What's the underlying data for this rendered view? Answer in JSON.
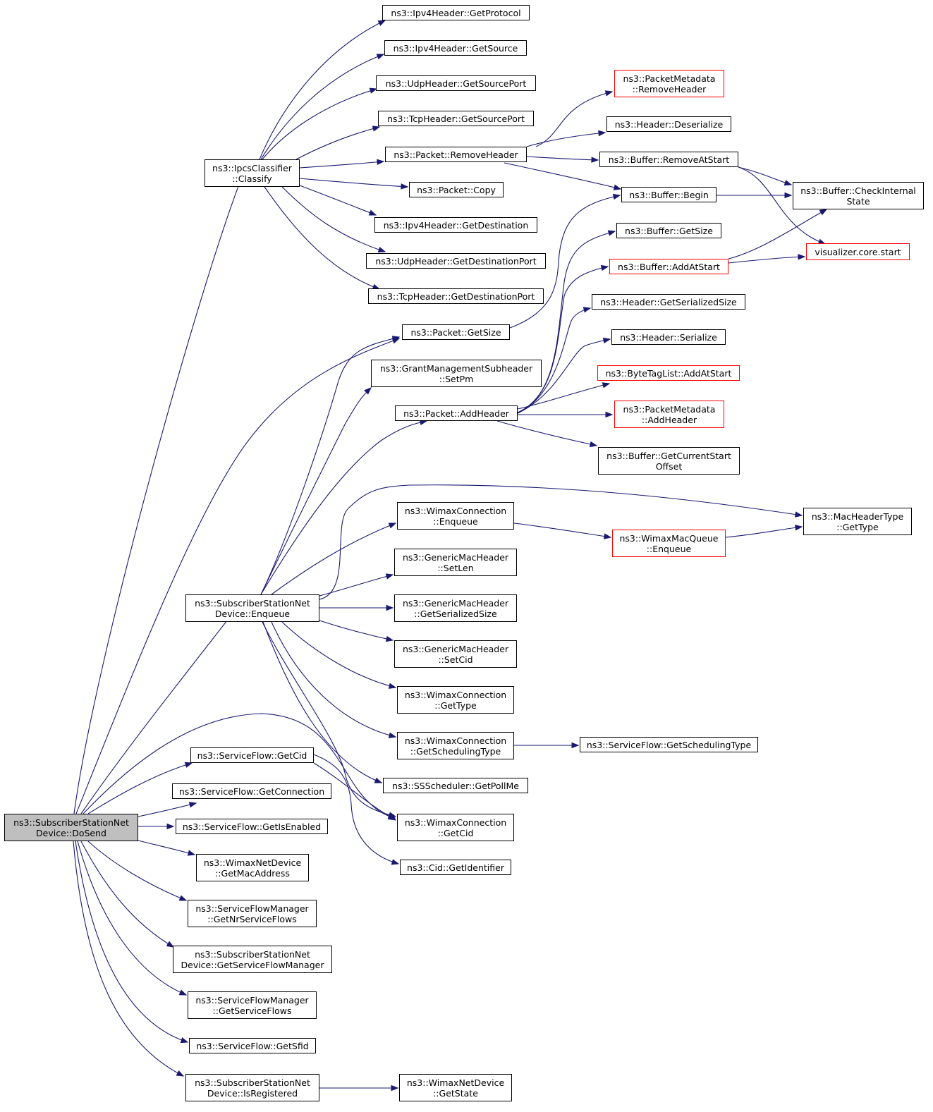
{
  "colors": {
    "edge": "#191970",
    "node_border": "#000000",
    "truncated_node_border": "#ff0000",
    "root_fill": "#bfbfbf",
    "background": "#ffffff"
  },
  "nodes": {
    "dosend": [
      "ns3::SubscriberStationNet",
      "Device::DoSend"
    ],
    "classify": [
      "ns3::IpcsClassifier",
      "::Classify"
    ],
    "enqueue": [
      "ns3::SubscriberStationNet",
      "Device::Enqueue"
    ],
    "sf_getcid": [
      "ns3::ServiceFlow::GetCid"
    ],
    "sf_getconnection": [
      "ns3::ServiceFlow::GetConnection"
    ],
    "sf_getisenabled": [
      "ns3::ServiceFlow::GetIsEnabled"
    ],
    "wnd_getmacaddress": [
      "ns3::WimaxNetDevice",
      "::GetMacAddress"
    ],
    "sfm_getnrserviceflows": [
      "ns3::ServiceFlowManager",
      "::GetNrServiceFlows"
    ],
    "ssnd_getsfm": [
      "ns3::SubscriberStationNet",
      "Device::GetServiceFlowManager"
    ],
    "sfm_getserviceflows": [
      "ns3::ServiceFlowManager",
      "::GetServiceFlows"
    ],
    "sf_getsfid": [
      "ns3::ServiceFlow::GetSfid"
    ],
    "ssnd_isregistered": [
      "ns3::SubscriberStationNet",
      "Device::IsRegistered"
    ],
    "ipv4_getprotocol": [
      "ns3::Ipv4Header::GetProtocol"
    ],
    "ipv4_getsource": [
      "ns3::Ipv4Header::GetSource"
    ],
    "udp_getsourceport": [
      "ns3::UdpHeader::GetSourcePort"
    ],
    "tcp_getsourceport": [
      "ns3::TcpHeader::GetSourcePort"
    ],
    "packet_removeheader": [
      "ns3::Packet::RemoveHeader"
    ],
    "packet_copy": [
      "ns3::Packet::Copy"
    ],
    "ipv4_getdestination": [
      "ns3::Ipv4Header::GetDestination"
    ],
    "udp_getdestinationport": [
      "ns3::UdpHeader::GetDestinationPort"
    ],
    "tcp_getdestinationport": [
      "ns3::TcpHeader::GetDestinationPort"
    ],
    "packet_getsize": [
      "ns3::Packet::GetSize"
    ],
    "gms_setpm": [
      "ns3::GrantManagementSubheader",
      "::SetPm"
    ],
    "packet_addheader": [
      "ns3::Packet::AddHeader"
    ],
    "wc_enqueue": [
      "ns3::WimaxConnection",
      "::Enqueue"
    ],
    "gmh_setlen": [
      "ns3::GenericMacHeader",
      "::SetLen"
    ],
    "gmh_getserializedsize": [
      "ns3::GenericMacHeader",
      "::GetSerializedSize"
    ],
    "gmh_setcid": [
      "ns3::GenericMacHeader",
      "::SetCid"
    ],
    "wc_gettype": [
      "ns3::WimaxConnection",
      "::GetType"
    ],
    "wc_getschedulingtype": [
      "ns3::WimaxConnection",
      "::GetSchedulingType"
    ],
    "ssscheduler_getpollme": [
      "ns3::SSScheduler::GetPollMe"
    ],
    "wc_getcid": [
      "ns3::WimaxConnection",
      "::GetCid"
    ],
    "cid_getidentifier": [
      "ns3::Cid::GetIdentifier"
    ],
    "wnd_getstate": [
      "ns3::WimaxNetDevice",
      "::GetState"
    ],
    "pm_removeheader": [
      "ns3::PacketMetadata",
      "::RemoveHeader"
    ],
    "header_deserialize": [
      "ns3::Header::Deserialize"
    ],
    "buffer_removeatstart": [
      "ns3::Buffer::RemoveAtStart"
    ],
    "buffer_begin": [
      "ns3::Buffer::Begin"
    ],
    "buffer_getsize": [
      "ns3::Buffer::GetSize"
    ],
    "buffer_addatstart": [
      "ns3::Buffer::AddAtStart"
    ],
    "header_getserializedsize": [
      "ns3::Header::GetSerializedSize"
    ],
    "header_serialize": [
      "ns3::Header::Serialize"
    ],
    "btl_addatstart": [
      "ns3::ByteTagList::AddAtStart"
    ],
    "pm_addheader": [
      "ns3::PacketMetadata",
      "::AddHeader"
    ],
    "buffer_getcurrentstartoffset": [
      "ns3::Buffer::GetCurrentStart",
      "Offset"
    ],
    "wmq_enqueue": [
      "ns3::WimaxMacQueue",
      "::Enqueue"
    ],
    "sf_getschedulingtype": [
      "ns3::ServiceFlow::GetSchedulingType"
    ],
    "buffer_checkinternalstate": [
      "ns3::Buffer::CheckInternal",
      "State"
    ],
    "visualizer_core_start": [
      "visualizer.core.start"
    ],
    "mht_gettype": [
      "ns3::MacHeaderType",
      "::GetType"
    ]
  },
  "truncated_nodes": [
    "pm_removeheader",
    "buffer_addatstart",
    "btl_addatstart",
    "pm_addheader",
    "wmq_enqueue",
    "visualizer_core_start"
  ],
  "edges": [
    [
      "dosend",
      "classify"
    ],
    [
      "dosend",
      "enqueue"
    ],
    [
      "dosend",
      "packet_getsize"
    ],
    [
      "dosend",
      "sf_getcid"
    ],
    [
      "dosend",
      "sf_getconnection"
    ],
    [
      "dosend",
      "sf_getisenabled"
    ],
    [
      "dosend",
      "wnd_getmacaddress"
    ],
    [
      "dosend",
      "sfm_getnrserviceflows"
    ],
    [
      "dosend",
      "ssnd_getsfm"
    ],
    [
      "dosend",
      "sfm_getserviceflows"
    ],
    [
      "dosend",
      "sf_getsfid"
    ],
    [
      "dosend",
      "ssnd_isregistered"
    ],
    [
      "dosend",
      "wc_getcid"
    ],
    [
      "classify",
      "ipv4_getprotocol"
    ],
    [
      "classify",
      "ipv4_getsource"
    ],
    [
      "classify",
      "udp_getsourceport"
    ],
    [
      "classify",
      "tcp_getsourceport"
    ],
    [
      "classify",
      "packet_removeheader"
    ],
    [
      "classify",
      "packet_copy"
    ],
    [
      "classify",
      "ipv4_getdestination"
    ],
    [
      "classify",
      "udp_getdestinationport"
    ],
    [
      "classify",
      "tcp_getdestinationport"
    ],
    [
      "packet_removeheader",
      "pm_removeheader"
    ],
    [
      "packet_removeheader",
      "header_deserialize"
    ],
    [
      "packet_removeheader",
      "buffer_removeatstart"
    ],
    [
      "packet_removeheader",
      "buffer_begin"
    ],
    [
      "buffer_removeatstart",
      "buffer_checkinternalstate"
    ],
    [
      "buffer_removeatstart",
      "visualizer_core_start"
    ],
    [
      "buffer_begin",
      "buffer_checkinternalstate"
    ],
    [
      "packet_getsize",
      "buffer_begin"
    ],
    [
      "packet_addheader",
      "buffer_getsize"
    ],
    [
      "packet_addheader",
      "buffer_addatstart"
    ],
    [
      "packet_addheader",
      "header_getserializedsize"
    ],
    [
      "packet_addheader",
      "header_serialize"
    ],
    [
      "packet_addheader",
      "btl_addatstart"
    ],
    [
      "packet_addheader",
      "pm_addheader"
    ],
    [
      "packet_addheader",
      "buffer_getcurrentstartoffset"
    ],
    [
      "buffer_addatstart",
      "buffer_checkinternalstate"
    ],
    [
      "buffer_addatstart",
      "visualizer_core_start"
    ],
    [
      "enqueue",
      "packet_getsize"
    ],
    [
      "enqueue",
      "gms_setpm"
    ],
    [
      "enqueue",
      "packet_addheader"
    ],
    [
      "enqueue",
      "mht_gettype"
    ],
    [
      "enqueue",
      "wc_enqueue"
    ],
    [
      "enqueue",
      "gmh_setlen"
    ],
    [
      "enqueue",
      "gmh_getserializedsize"
    ],
    [
      "enqueue",
      "gmh_setcid"
    ],
    [
      "enqueue",
      "wc_gettype"
    ],
    [
      "enqueue",
      "wc_getschedulingtype"
    ],
    [
      "enqueue",
      "ssscheduler_getpollme"
    ],
    [
      "enqueue",
      "wc_getcid"
    ],
    [
      "wc_enqueue",
      "wmq_enqueue"
    ],
    [
      "wmq_enqueue",
      "mht_gettype"
    ],
    [
      "wc_getschedulingtype",
      "sf_getschedulingtype"
    ],
    [
      "sf_getcid",
      "wc_getcid"
    ],
    [
      "sf_getcid",
      "cid_getidentifier"
    ],
    [
      "ssnd_isregistered",
      "wnd_getstate"
    ]
  ]
}
